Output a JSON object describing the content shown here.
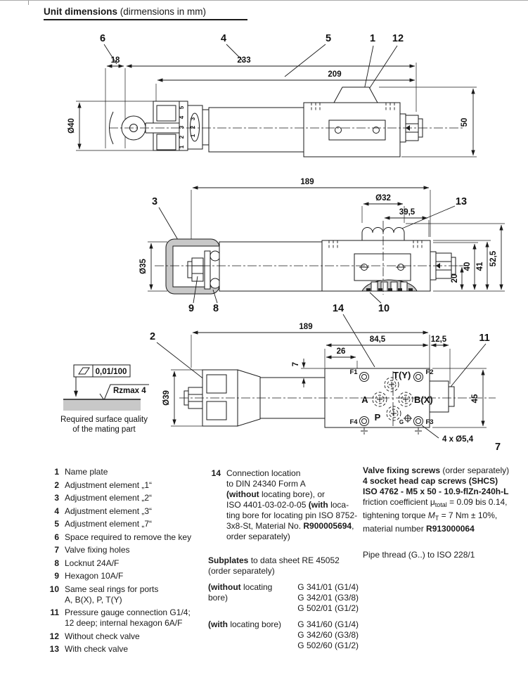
{
  "page": {
    "title": "Unit dimensions",
    "subtitle": " (dirmensions in mm)"
  },
  "drawing": {
    "v1": {
      "c6": "6",
      "c4": "4",
      "c5": "5",
      "c1": "1",
      "c12": "12",
      "d18": "18",
      "d233": "233",
      "d209": "209",
      "dia40": "Ø40",
      "d50": "50",
      "scale": [
        "5",
        "4",
        "3",
        "2",
        "1"
      ],
      "win": [
        "3",
        "2",
        "1"
      ]
    },
    "v2": {
      "c3": "3",
      "c13": "13",
      "c9": "9",
      "c8": "8",
      "c14": "14",
      "c10": "10",
      "d189": "189",
      "dia32": "Ø32",
      "d395": "39,5",
      "dia35": "Ø35",
      "d20": "20",
      "d40": "40",
      "d41": "41",
      "d525": "52,5"
    },
    "v3": {
      "c2": "2",
      "c11": "11",
      "c7": "7",
      "d189": "189",
      "d845": "84,5",
      "d125": "12,5",
      "d26": "26",
      "d7": "7",
      "dia39": "Ø39",
      "d45": "45",
      "holes": "4 x Ø5,4",
      "f1": "F1",
      "ty": "T(Y)",
      "f2": "F2",
      "a": "A",
      "bx": "B(X)",
      "p": "P",
      "f4": "F4",
      "g": "G",
      "f3": "F3"
    },
    "surface": {
      "flatness": "0,01/100",
      "rough": "Rzmax 4",
      "cap1": "Required surface quality",
      "cap2": "of the mating part"
    }
  },
  "legend": {
    "items": [
      {
        "num": "1",
        "lines": [
          "Name plate"
        ]
      },
      {
        "num": "2",
        "lines": [
          "Adjustment element „1“"
        ]
      },
      {
        "num": "3",
        "lines": [
          "Adjustment element „2“"
        ]
      },
      {
        "num": "4",
        "lines": [
          "Adjustment element „3“"
        ]
      },
      {
        "num": "5",
        "lines": [
          "Adjustment element „7“"
        ]
      },
      {
        "num": "6",
        "lines": [
          "Space required to remove the key"
        ]
      },
      {
        "num": "7",
        "lines": [
          "Valve fixing holes"
        ]
      },
      {
        "num": "8",
        "lines": [
          "Locknut 24A/F"
        ]
      },
      {
        "num": "9",
        "lines": [
          "Hexagon 10A/F"
        ]
      },
      {
        "num": "10",
        "lines": [
          "Same seal rings for ports",
          "A, B(X), P, T(Y)"
        ]
      },
      {
        "num": "11",
        "lines": [
          "Pressure gauge connection G1/4;",
          "12 deep; internal hexagon 6A/F"
        ]
      },
      {
        "num": "12",
        "lines": [
          "Without check valve"
        ]
      },
      {
        "num": "13",
        "lines": [
          "With check valve"
        ]
      }
    ]
  },
  "notes": {
    "connection": {
      "num": "14",
      "lines": [
        [
          {
            "t": "Connection location"
          }
        ],
        [
          {
            "t": "to DIN 24340 Form A"
          }
        ],
        [
          {
            "t": "(without",
            "f": "b"
          },
          {
            "t": " locating bore), or"
          }
        ],
        [
          {
            "t": "ISO 4401-03-02-0-05 "
          },
          {
            "t": "(with",
            "f": "b"
          },
          {
            "t": " loca-"
          }
        ],
        [
          {
            "t": "ting bore for locating pin ISO 8752-"
          }
        ],
        [
          {
            "t": "3x8-St, Material No. "
          },
          {
            "t": "R900005694",
            "f": "b"
          },
          {
            "t": ","
          }
        ],
        [
          {
            "t": "order separately)"
          }
        ]
      ]
    },
    "subplates": {
      "title": [
        {
          "t": "Subplates",
          "f": "b"
        },
        {
          "t": " to data sheet RE 45052"
        }
      ],
      "subtitle": [
        {
          "t": "(order separately)"
        }
      ],
      "rows": [
        {
          "label": [
            {
              "t": "(without",
              "f": "b"
            },
            {
              "t": " locating bore)"
            }
          ],
          "codes": [
            "G 341/01 (G1/4)",
            "G 342/01 (G3/8)",
            "G 502/01 (G1/2)"
          ]
        },
        {
          "label": [
            {
              "t": "(with",
              "f": "b"
            },
            {
              "t": " locating bore)"
            }
          ],
          "codes": [
            "G 341/60 (G1/4)",
            "G 342/60 (G3/8)",
            "G 502/60 (G1/2)"
          ]
        }
      ]
    },
    "screws": {
      "lines": [
        [
          {
            "t": "Valve fixing screws",
            "f": "b"
          },
          {
            "t": " (order separately)"
          }
        ],
        [
          {
            "t": "4 socket head cap screws (SHCS)",
            "f": "b"
          }
        ],
        [
          {
            "t": "ISO 4762 - M5 x 50 - 10.9-flZn-240h-L",
            "f": "b"
          }
        ],
        [
          {
            "t": "friction coefficient μ"
          },
          {
            "t": "total",
            "f": "sub"
          },
          {
            "t": " = 0.09 bis 0.14,"
          }
        ],
        [
          {
            "t": "tightening torque "
          },
          {
            "t": "M",
            "f": "i"
          },
          {
            "t": "T",
            "f": "sub"
          },
          {
            "t": " = 7 Nm ± 10%,"
          }
        ],
        [
          {
            "t": "material number "
          },
          {
            "t": "R913000064",
            "f": "b"
          }
        ]
      ],
      "pipe": [
        {
          "t": "Pipe thread (G..) to ISO 228/1"
        }
      ]
    }
  }
}
